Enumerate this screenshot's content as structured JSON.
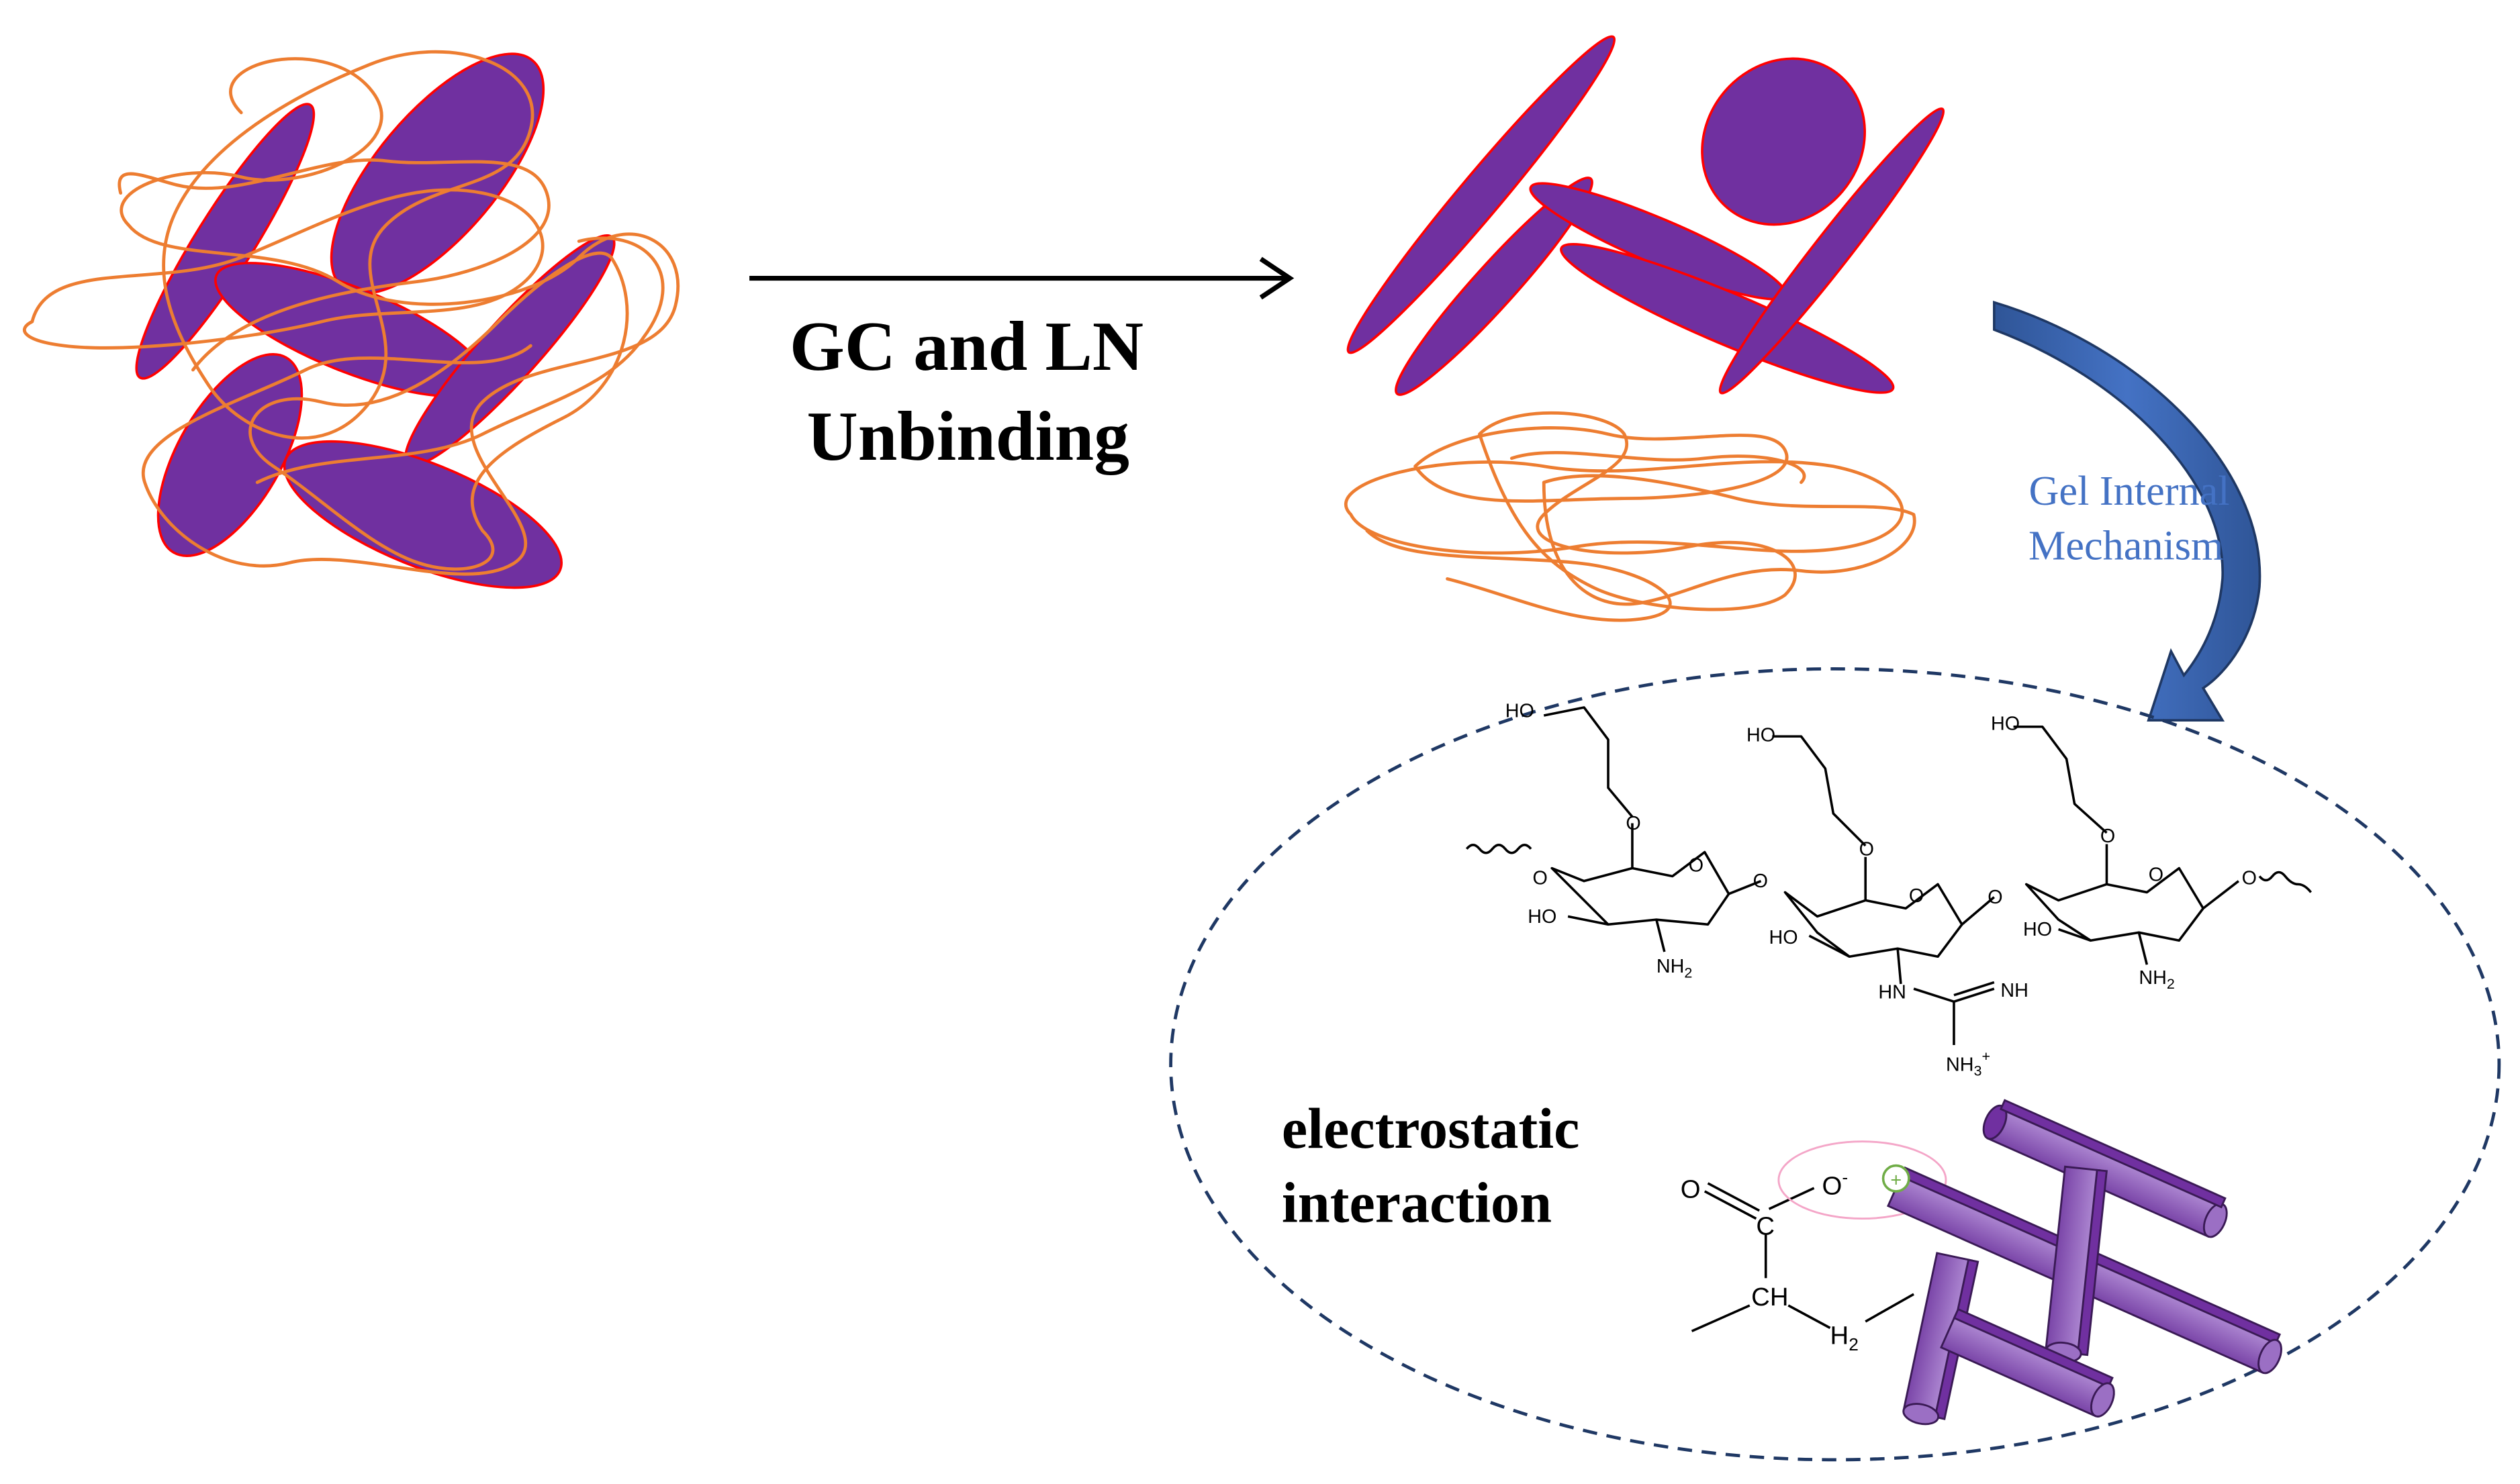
{
  "arrow_label": {
    "line1": "GC and LN",
    "line2": "Unbinding"
  },
  "curved_label": {
    "line1": "Gel Internal",
    "line2": "Mechanism"
  },
  "interaction_label": {
    "line1": "electrostatic",
    "line2": "interaction"
  },
  "chem": {
    "ho_1": "HO",
    "ho_2": "HO",
    "ho_3": "HO",
    "o_link_1": "O",
    "o_link_2": "O",
    "o_link_3": "O",
    "o_ring_1": "O",
    "o_ring_2": "O",
    "o_ring_3": "O",
    "o_left": "O",
    "o_right": "O",
    "o_gly_1": "O",
    "o_gly_2": "O",
    "ho_ring_1": "HO",
    "ho_ring_2": "HO",
    "ho_ring_3": "HO",
    "nh2_1": "NH",
    "nh2_1_sub": "2",
    "nh2_3": "NH",
    "nh2_3_sub": "2",
    "hn": "HN",
    "nh": "NH",
    "nh3": "NH",
    "nh3_sub": "3",
    "nh3_sup": "+"
  },
  "carboxyl": {
    "o_double": "O",
    "o_single": "O",
    "o_charge": "-",
    "c": "C",
    "ch": "CH",
    "ch2": "H",
    "ch2_sub": "2",
    "plus": "+"
  },
  "colors": {
    "clay_fill": "#7030a0",
    "clay_edge": "#ff0000",
    "polymer": "#ed7d31",
    "arrow_blue": "#4472c4",
    "label_blue": "#4472c4",
    "ellipse_dash": "#1f3864",
    "rod_top": "#7030a0",
    "rod_side": "#9b6fc4",
    "highlight_ring": "#f4a6c8",
    "plus_ring": "#70ad47"
  }
}
